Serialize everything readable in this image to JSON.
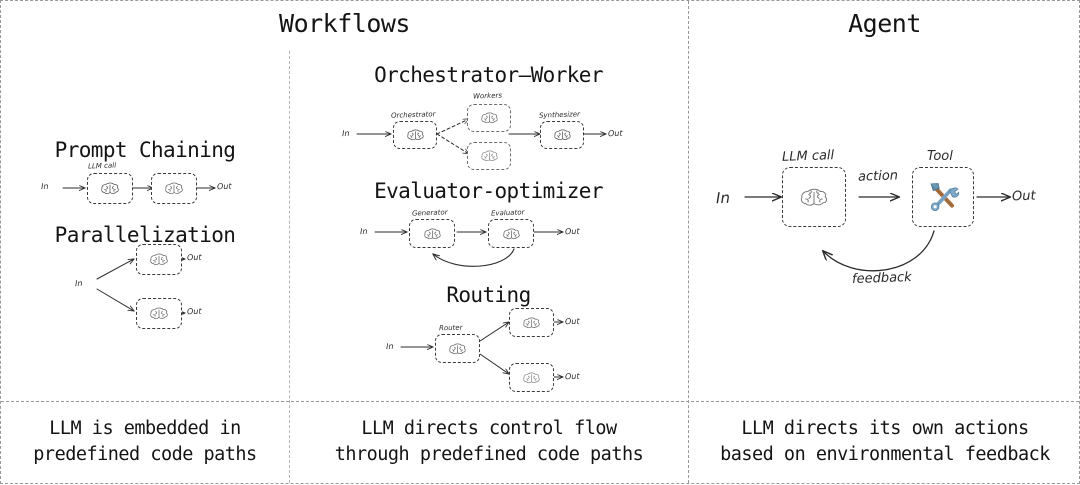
{
  "headers": {
    "workflows": "Workflows",
    "agent": "Agent"
  },
  "common_labels": {
    "in": "In",
    "out": "Out"
  },
  "sections": [
    {
      "id": "prompt-chaining",
      "title": "Prompt Chaining",
      "node_labels": [
        "LLM call"
      ],
      "flow": [
        "In",
        "LLM call",
        "LLM call",
        "Out"
      ]
    },
    {
      "id": "parallelization",
      "title": "Parallelization",
      "node_labels": [],
      "flow": [
        "In",
        "LLM call",
        "Out",
        "LLM call",
        "Out"
      ]
    },
    {
      "id": "orchestrator-worker",
      "title": "Orchestrator–Worker",
      "node_labels": [
        "Orchestrator",
        "Workers",
        "Synthesizer"
      ],
      "flow": [
        "In",
        "Orchestrator",
        "Workers",
        "Synthesizer",
        "Out"
      ]
    },
    {
      "id": "evaluator-optimizer",
      "title": "Evaluator-optimizer",
      "node_labels": [
        "Generator",
        "Evaluator"
      ],
      "flow": [
        "In",
        "Generator",
        "Evaluator",
        "Out"
      ]
    },
    {
      "id": "routing",
      "title": "Routing",
      "node_labels": [
        "Router"
      ],
      "flow": [
        "In",
        "Router",
        "Out",
        "Out"
      ]
    },
    {
      "id": "agent",
      "title": "Agent",
      "node_labels": [
        "LLM call",
        "Tool"
      ],
      "edge_labels": [
        "action",
        "feedback"
      ],
      "flow": [
        "In",
        "LLM call",
        "Tool",
        "Out"
      ]
    }
  ],
  "prompt_chaining": {
    "title": "Prompt Chaining",
    "llm_call_label": "LLM call",
    "in": "In",
    "out": "Out"
  },
  "parallelization": {
    "title": "Parallelization",
    "in": "In",
    "out_top": "Out",
    "out_bottom": "Out"
  },
  "orchestrator_worker": {
    "title": "Orchestrator–Worker",
    "orchestrator_label": "Orchestrator",
    "workers_label": "Workers",
    "synthesizer_label": "Synthesizer",
    "in": "In",
    "out": "Out"
  },
  "evaluator_optimizer": {
    "title": "Evaluator-optimizer",
    "generator_label": "Generator",
    "evaluator_label": "Evaluator",
    "in": "In",
    "out": "Out"
  },
  "routing": {
    "title": "Routing",
    "router_label": "Router",
    "in": "In",
    "out_top": "Out",
    "out_bottom": "Out"
  },
  "agent_diagram": {
    "llm_call_label": "LLM call",
    "tool_label": "Tool",
    "action_label": "action",
    "feedback_label": "feedback",
    "in": "In",
    "out": "Out"
  },
  "captions": {
    "workflows_left": "LLM is embedded in\npredefined code paths",
    "workflows_right": "LLM directs control flow\nthrough predefined code paths",
    "agent": "LLM directs its own actions\nbased on environmental feedback"
  },
  "colors": {
    "background": "#ffffff",
    "text": "#141414",
    "border_dashed": "#9a9a9a",
    "node_border": "#3a3a3a",
    "arrow": "#2b2b2b",
    "tool_wrench": "#6c9fc4",
    "tool_hammer_handle": "#a9703f",
    "tool_hammer_head": "#5d8aa8"
  },
  "icons": {
    "brain": "brain-icon",
    "tool": "hammer-wrench-icon"
  }
}
